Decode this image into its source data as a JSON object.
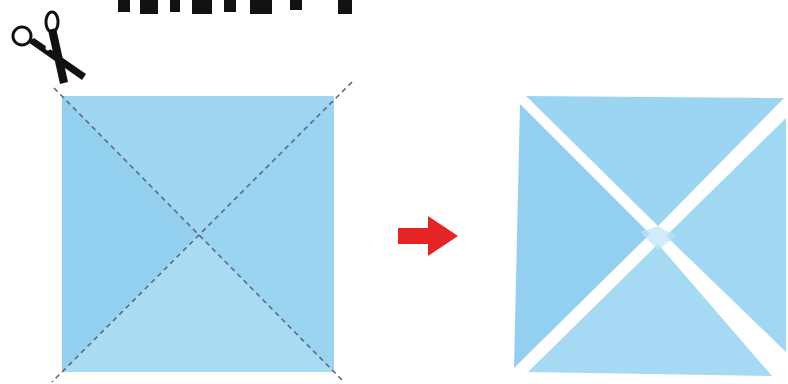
{
  "diagram": {
    "steps": [
      {
        "id": "before",
        "state": "uncut"
      },
      {
        "id": "after",
        "state": "cut"
      }
    ],
    "colors": {
      "paper": "#9fd6f2",
      "paper_shade": "#8ccbee",
      "fold_line": "#5a6c7a",
      "cut_gap": "#ffffff",
      "arrow": "#e42524",
      "scissors": "#111111"
    },
    "icons": {
      "scissors": "scissors-icon",
      "arrow": "right-arrow-icon"
    }
  }
}
